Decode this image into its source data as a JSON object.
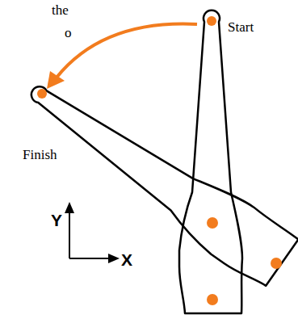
{
  "diagram": {
    "labels": [
      "the",
      "o",
      "Start",
      "Finish",
      "Y",
      "X"
    ]
  }
}
